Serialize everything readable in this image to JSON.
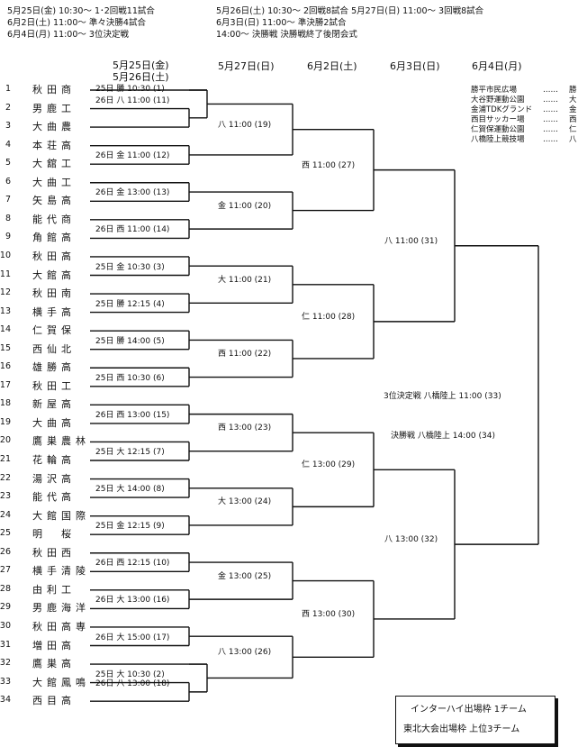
{
  "schedule": {
    "l1": "5月25日(金) 10:30～ 1･2回戦11試合",
    "l2": "6月2日(土) 11:00～ 準々決勝4試合",
    "l3": "6月4日(月) 11:00～ 3位決定戦",
    "r1": "5月26日(土) 10:30～ 2回戦8試合 5月27日(日) 11:00～ 3回戦8試合",
    "r2": "6月3日(日) 11:00～ 準決勝2試合",
    "r3": "14:00～ 決勝戦 決勝戦終了後閉会式"
  },
  "columns": {
    "c1a": "5月25日(金)",
    "c1b": "5月26日(土)",
    "c2": "5月27日(日)",
    "c3": "6月2日(土)",
    "c4": "6月3日(日)",
    "c5": "6月4日(月)"
  },
  "teams": [
    {
      "no": "1",
      "name": "秋田商"
    },
    {
      "no": "2",
      "name": "男鹿工"
    },
    {
      "no": "3",
      "name": "大曲農"
    },
    {
      "no": "4",
      "name": "本荘高"
    },
    {
      "no": "5",
      "name": "大舘工"
    },
    {
      "no": "6",
      "name": "大曲工"
    },
    {
      "no": "7",
      "name": "矢島高"
    },
    {
      "no": "8",
      "name": "能代商"
    },
    {
      "no": "9",
      "name": "角館高"
    },
    {
      "no": "10",
      "name": "秋田高"
    },
    {
      "no": "11",
      "name": "大館高"
    },
    {
      "no": "12",
      "name": "秋田南"
    },
    {
      "no": "13",
      "name": "横手高"
    },
    {
      "no": "14",
      "name": "仁賀保"
    },
    {
      "no": "15",
      "name": "西仙北"
    },
    {
      "no": "16",
      "name": "雄勝高"
    },
    {
      "no": "17",
      "name": "秋田工"
    },
    {
      "no": "18",
      "name": "新屋高"
    },
    {
      "no": "19",
      "name": "大曲高"
    },
    {
      "no": "20",
      "name": "鷹巣農林"
    },
    {
      "no": "21",
      "name": "花輪高"
    },
    {
      "no": "22",
      "name": "湯沢高"
    },
    {
      "no": "23",
      "name": "能代高"
    },
    {
      "no": "24",
      "name": "大館国際"
    },
    {
      "no": "25",
      "name": "明　桜"
    },
    {
      "no": "26",
      "name": "秋田西"
    },
    {
      "no": "27",
      "name": "横手清陵"
    },
    {
      "no": "28",
      "name": "由利工"
    },
    {
      "no": "29",
      "name": "男鹿海洋"
    },
    {
      "no": "30",
      "name": "秋田高専"
    },
    {
      "no": "31",
      "name": "増田高"
    },
    {
      "no": "32",
      "name": "鷹巣高"
    },
    {
      "no": "33",
      "name": "大館鳳鳴"
    },
    {
      "no": "34",
      "name": "西目高"
    }
  ],
  "r1": [
    "26日 八 11:00 (11)",
    "25日 勝 10:30 (1)",
    "26日 金 11:00 (12)",
    "26日 金 13:00 (13)",
    "26日 西 11:00 (14)",
    "25日 金 10:30 (3)",
    "25日 勝 12:15 (4)",
    "25日 勝 14:00 (5)",
    "25日 西 10:30 (6)",
    "26日 西 13:00 (15)",
    "25日 大 12:15 (7)",
    "25日 大 14:00 (8)",
    "25日 金 12:15 (9)",
    "26日 西 12:15 (10)",
    "26日 大 13:00 (16)",
    "26日 大 15:00 (17)",
    "25日 大 10:30 (2)",
    "26日 八 13:00 (18)"
  ],
  "r2": [
    "八 11:00 (19)",
    "金 11:00 (20)",
    "大 11:00 (21)",
    "西 11:00 (22)",
    "西 13:00 (23)",
    "大 13:00 (24)",
    "金 13:00 (25)",
    "八 13:00 (26)"
  ],
  "r3": [
    "西 11:00 (27)",
    "仁 11:00 (28)",
    "仁 13:00 (29)",
    "西 13:00 (30)"
  ],
  "r4": [
    "八 11:00 (31)",
    "八 13:00 (32)"
  ],
  "finals": {
    "third": "3位決定戦 八橋陸上 11:00 (33)",
    "final": "決勝戦 八橋陸上 14:00 (34)"
  },
  "venues": [
    {
      "name": "勝平市民広場",
      "dots": "……",
      "abbr": "勝"
    },
    {
      "name": "大谷野運動公園",
      "dots": "……",
      "abbr": "大"
    },
    {
      "name": "金浦TDKグランド",
      "dots": "……",
      "abbr": "金"
    },
    {
      "name": "西目サッカー場",
      "dots": "……",
      "abbr": "西"
    },
    {
      "name": "仁賀保運動公園",
      "dots": "……",
      "abbr": "仁"
    },
    {
      "name": "八橋陸上競技場",
      "dots": "……",
      "abbr": "八"
    }
  ],
  "quota": {
    "line1": "インターハイ出場枠 1チーム",
    "line2": "東北大会出場枠 上位3チーム"
  }
}
